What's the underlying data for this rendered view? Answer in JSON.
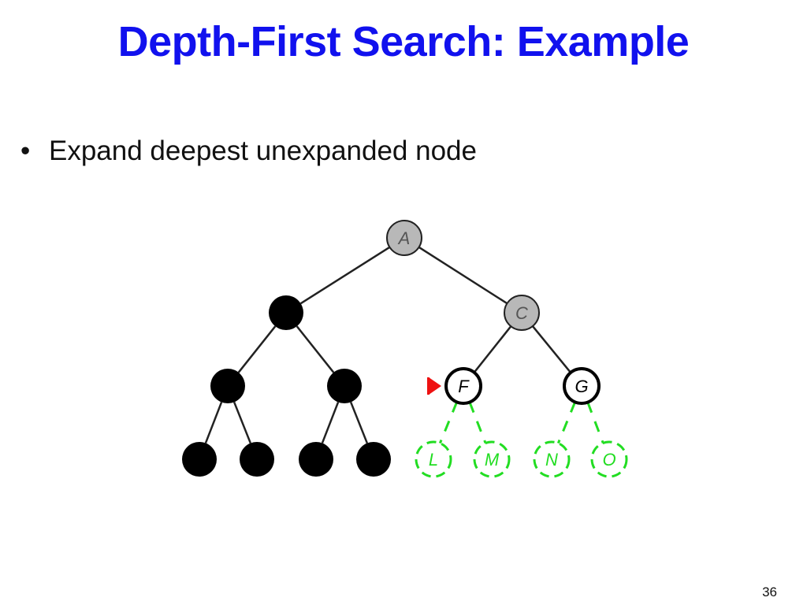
{
  "slide": {
    "title": "Depth-First Search: Example",
    "bullet_marker": "•",
    "bullet_text": "Expand deepest unexpanded node",
    "page_number": "36"
  },
  "colors": {
    "title": "#1111ee",
    "expanded_node": "#000000",
    "frontier_node": "#b8b8b8",
    "current_node_fill": "#ffffff",
    "unvisited": "#22dd22",
    "pointer": "#ee1111",
    "edge": "#222222"
  },
  "tree": {
    "nodes": [
      {
        "id": "A",
        "label": "A",
        "state": "frontier"
      },
      {
        "id": "B",
        "label": "",
        "state": "expanded"
      },
      {
        "id": "C",
        "label": "C",
        "state": "frontier"
      },
      {
        "id": "D",
        "label": "",
        "state": "expanded"
      },
      {
        "id": "E",
        "label": "",
        "state": "expanded"
      },
      {
        "id": "F",
        "label": "F",
        "state": "current"
      },
      {
        "id": "G",
        "label": "G",
        "state": "current"
      },
      {
        "id": "H",
        "label": "",
        "state": "expanded"
      },
      {
        "id": "I",
        "label": "",
        "state": "expanded"
      },
      {
        "id": "J",
        "label": "",
        "state": "expanded"
      },
      {
        "id": "K",
        "label": "",
        "state": "expanded"
      },
      {
        "id": "L",
        "label": "L",
        "state": "unvisited"
      },
      {
        "id": "M",
        "label": "M",
        "state": "unvisited"
      },
      {
        "id": "N",
        "label": "N",
        "state": "unvisited"
      },
      {
        "id": "O",
        "label": "O",
        "state": "unvisited"
      }
    ],
    "edges": [
      {
        "from": "A",
        "to": "B",
        "style": "solid"
      },
      {
        "from": "A",
        "to": "C",
        "style": "solid"
      },
      {
        "from": "B",
        "to": "D",
        "style": "solid"
      },
      {
        "from": "B",
        "to": "E",
        "style": "solid"
      },
      {
        "from": "C",
        "to": "F",
        "style": "solid"
      },
      {
        "from": "C",
        "to": "G",
        "style": "solid"
      },
      {
        "from": "D",
        "to": "H",
        "style": "solid"
      },
      {
        "from": "D",
        "to": "I",
        "style": "solid"
      },
      {
        "from": "E",
        "to": "J",
        "style": "solid"
      },
      {
        "from": "E",
        "to": "K",
        "style": "solid"
      },
      {
        "from": "F",
        "to": "L",
        "style": "dashed"
      },
      {
        "from": "F",
        "to": "M",
        "style": "dashed"
      },
      {
        "from": "G",
        "to": "N",
        "style": "dashed"
      },
      {
        "from": "G",
        "to": "O",
        "style": "dashed"
      }
    ],
    "pointer_target": "F"
  }
}
